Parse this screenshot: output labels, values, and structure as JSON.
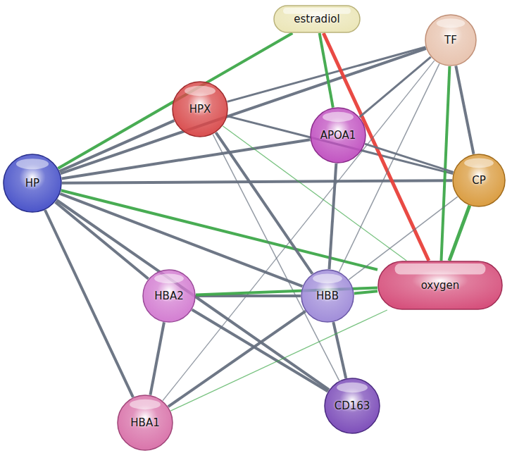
{
  "diagram": {
    "nodes": [
      {
        "text": [
          "estradiol"
        ]
      },
      {
        "text": [
          "TF"
        ]
      },
      {
        "text": [
          "HPX"
        ]
      },
      {
        "text": [
          "APOA1"
        ]
      },
      {
        "text": [
          "HP"
        ]
      },
      {
        "text": [
          "CP"
        ]
      },
      {
        "text": [
          "HBA2"
        ]
      },
      {
        "text": [
          "HBB"
        ]
      },
      {
        "text": [
          "oxygen"
        ]
      },
      {
        "text": [
          "HBA1"
        ]
      },
      {
        "text": [
          "CD163"
        ]
      }
    ],
    "edges": [
      {
        "from": 4,
        "to": 0,
        "arrow": "none"
      },
      {
        "from": 4,
        "to": 2,
        "arrow": "none"
      },
      {
        "from": 4,
        "to": 1,
        "arrow": "none"
      },
      {
        "from": 4,
        "to": 3,
        "arrow": "none"
      },
      {
        "from": 4,
        "to": 5,
        "arrow": "none"
      },
      {
        "from": 4,
        "to": 8,
        "arrow": "none"
      },
      {
        "from": 4,
        "to": 6,
        "arrow": "none"
      },
      {
        "from": 4,
        "to": 7,
        "arrow": "none"
      },
      {
        "from": 4,
        "to": 9,
        "arrow": "none"
      },
      {
        "from": 4,
        "to": 10,
        "arrow": "none"
      },
      {
        "from": 2,
        "to": 1,
        "arrow": "none"
      },
      {
        "from": 2,
        "to": 5,
        "arrow": "none"
      },
      {
        "from": 2,
        "to": 7,
        "arrow": "none"
      },
      {
        "from": 2,
        "to": 10,
        "arrow": "none"
      },
      {
        "from": 2,
        "to": 8,
        "arrow": "none"
      },
      {
        "from": 0,
        "to": 3,
        "arrow": "none"
      },
      {
        "from": 0,
        "to": 8,
        "arrow": "none"
      },
      {
        "from": 1,
        "to": 3,
        "arrow": "none"
      },
      {
        "from": 1,
        "to": 5,
        "arrow": "none"
      },
      {
        "from": 1,
        "to": 8,
        "arrow": "none"
      },
      {
        "from": 1,
        "to": 7,
        "arrow": "none"
      },
      {
        "from": 1,
        "to": 9,
        "arrow": "none"
      },
      {
        "from": 3,
        "to": 7,
        "arrow": "none"
      },
      {
        "from": 3,
        "to": 5,
        "arrow": "none"
      },
      {
        "from": 5,
        "to": 8,
        "arrow": "none"
      },
      {
        "from": 5,
        "to": 7,
        "arrow": "none"
      },
      {
        "from": 6,
        "to": 7,
        "arrow": "none"
      },
      {
        "from": 6,
        "to": 8,
        "arrow": "none"
      },
      {
        "from": 6,
        "to": 9,
        "arrow": "none"
      },
      {
        "from": 6,
        "to": 10,
        "arrow": "none"
      },
      {
        "from": 7,
        "to": 8,
        "arrow": "none"
      },
      {
        "from": 7,
        "to": 9,
        "arrow": "none"
      },
      {
        "from": 7,
        "to": 10,
        "arrow": "none"
      },
      {
        "from": 8,
        "to": 9,
        "arrow": "none"
      }
    ]
  }
}
